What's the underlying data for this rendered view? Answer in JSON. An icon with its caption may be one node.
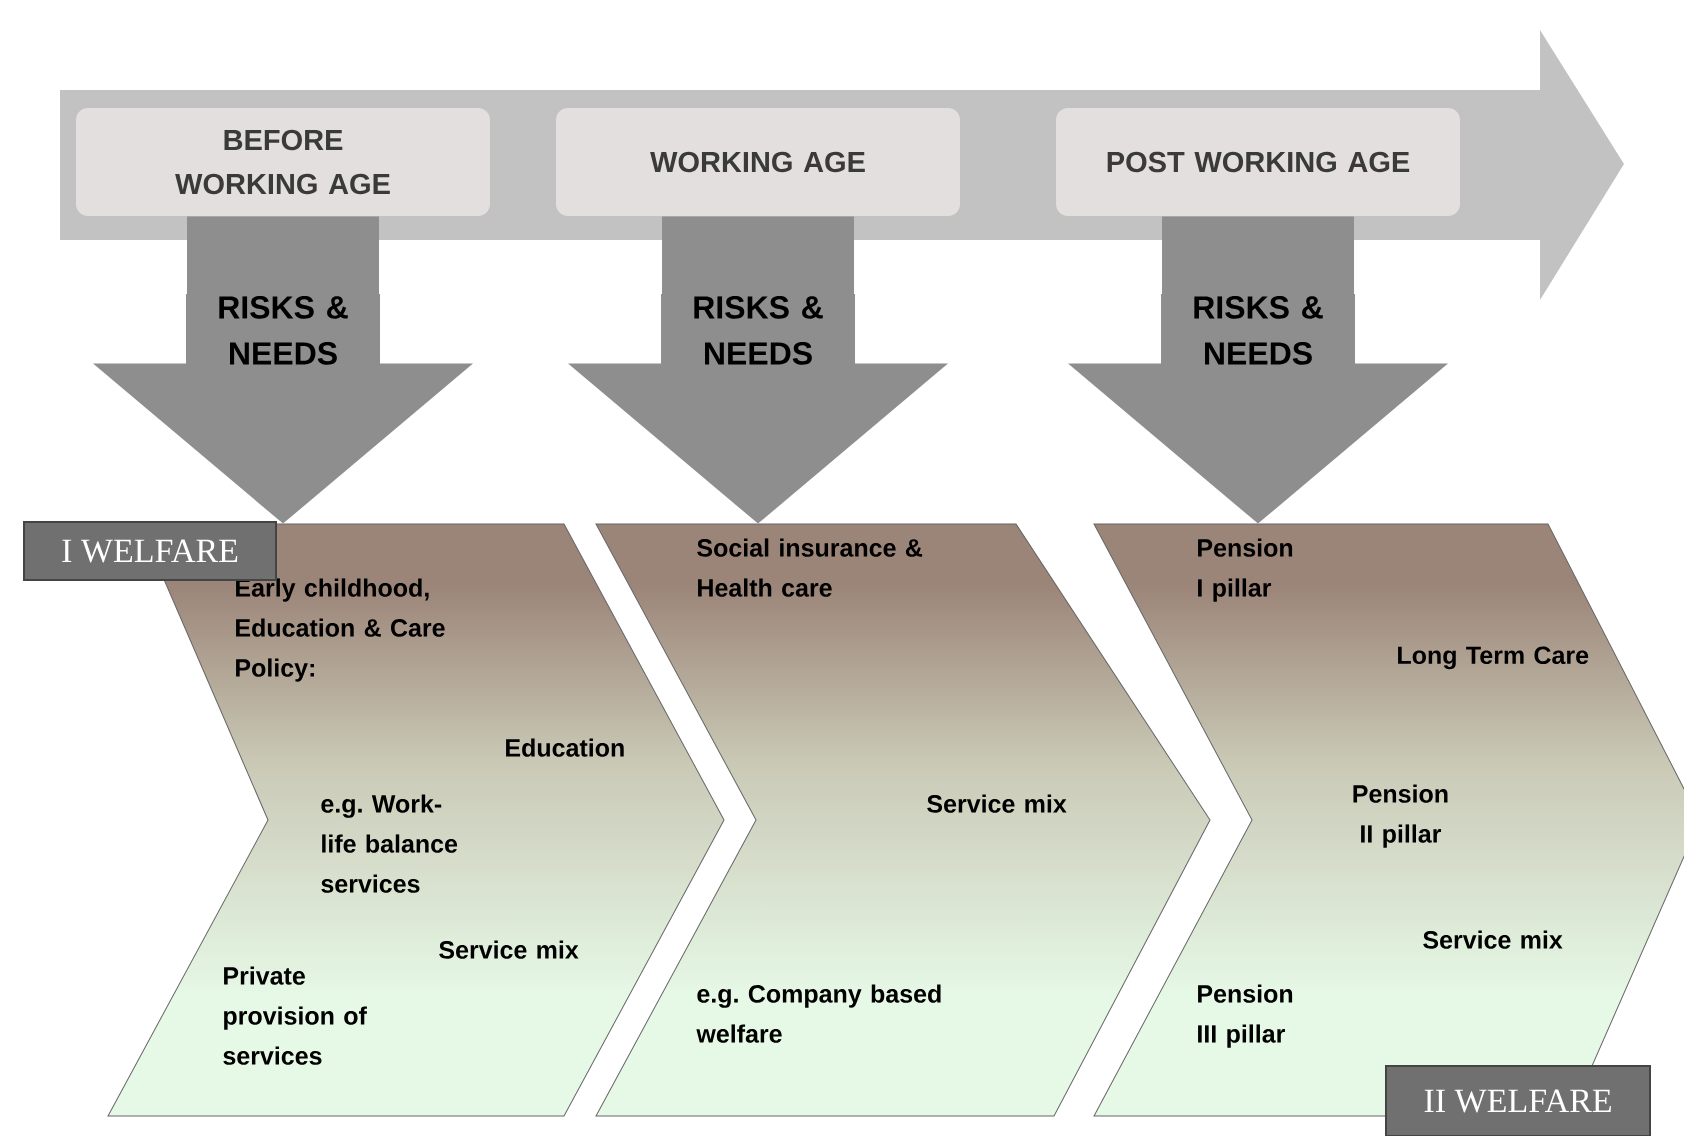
{
  "diagram": {
    "nodes": [
      {
        "text": [],
        "shape": "arrow"
      },
      {
        "text": [
          "BEFORE WORKING AGE"
        ],
        "in": 0
      },
      {
        "text": [
          "WORKING AGE"
        ],
        "in": 0
      },
      {
        "text": [
          "POST WORKING AGE"
        ],
        "in": 0
      },
      {
        "text": [
          "Early childhood, Education & Care Policy:",
          "Education",
          "e.g. Work-life balance services",
          "Service mix",
          "Private provision of services"
        ]
      },
      {
        "text": [
          "Social insurance & Health care",
          "Service mix",
          "e.g. Company based welfare"
        ]
      },
      {
        "text": [
          "Pension I pillar",
          "Long Term Care",
          "Pension II pillar",
          "Service mix",
          "Pension III pillar"
        ]
      },
      {
        "text": [
          "I WELFARE"
        ]
      },
      {
        "text": [
          "II WELFARE"
        ]
      }
    ],
    "edges": [
      {
        "from": 1,
        "to": 4,
        "arrow": "to",
        "label": "RISKS & NEEDS",
        "style": "thick"
      },
      {
        "from": 2,
        "to": 5,
        "arrow": "to",
        "label": "RISKS & NEEDS",
        "style": "thick"
      },
      {
        "from": 3,
        "to": 6,
        "arrow": "to",
        "label": "RISKS & NEEDS",
        "style": "thick"
      }
    ]
  }
}
